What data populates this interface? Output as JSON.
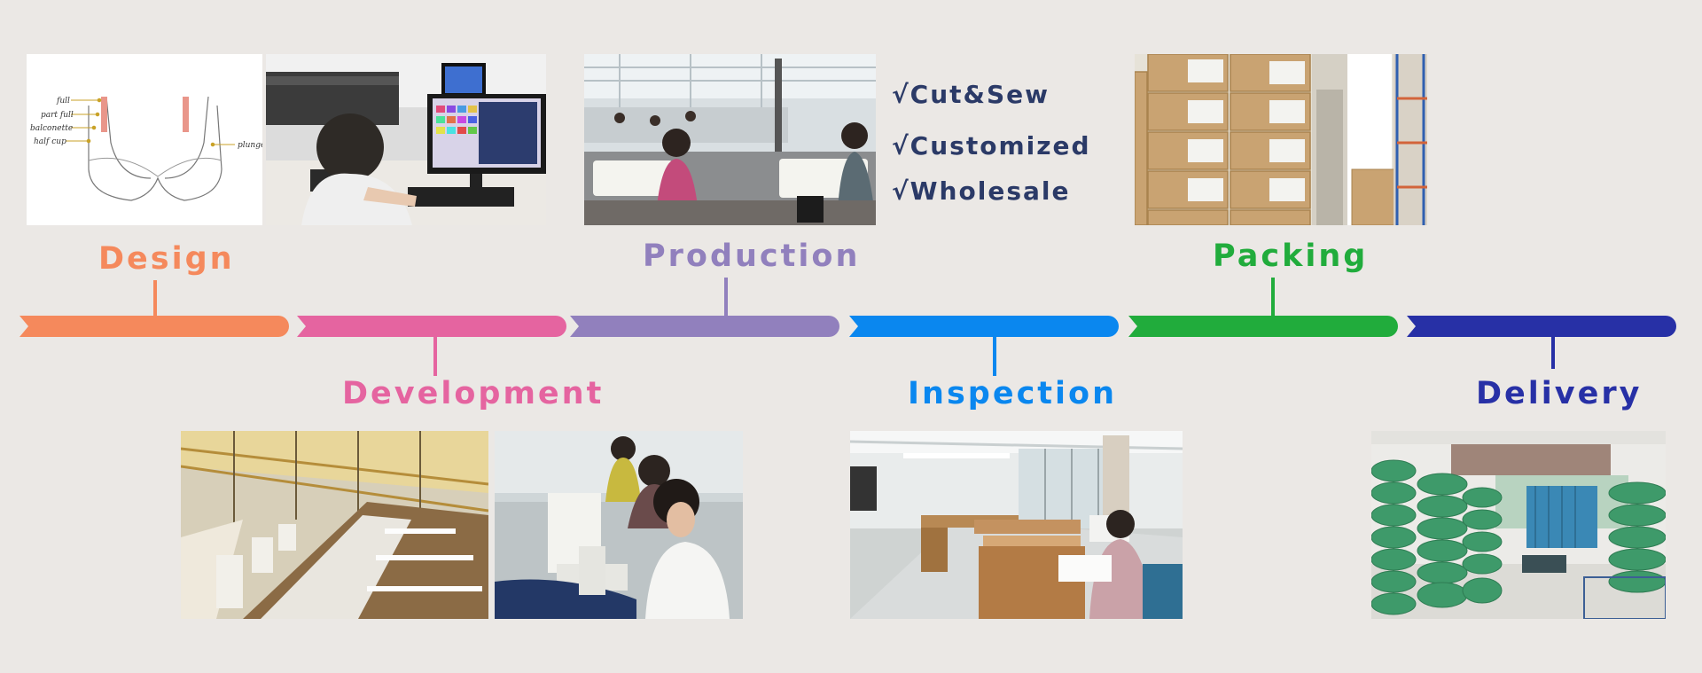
{
  "colors": {
    "background": "#ebe8e5",
    "design": "#f5895c",
    "development": "#e564a0",
    "production": "#9180bd",
    "inspection": "#0a87ef",
    "packing": "#21ac3c",
    "delivery": "#2730a6",
    "feature_text": "#2b3a67"
  },
  "stages": {
    "design": "Design",
    "development": "Development",
    "production": "Production",
    "inspection": "Inspection",
    "packing": "Packing",
    "delivery": "Delivery"
  },
  "features": [
    "√Cut&Sew",
    "√Customized",
    "√Wholesale"
  ],
  "sketch_labels": {
    "full": "full",
    "part_full": "part full",
    "balconette": "balconette",
    "half_cup": "half cup",
    "plunge": "plunge"
  }
}
